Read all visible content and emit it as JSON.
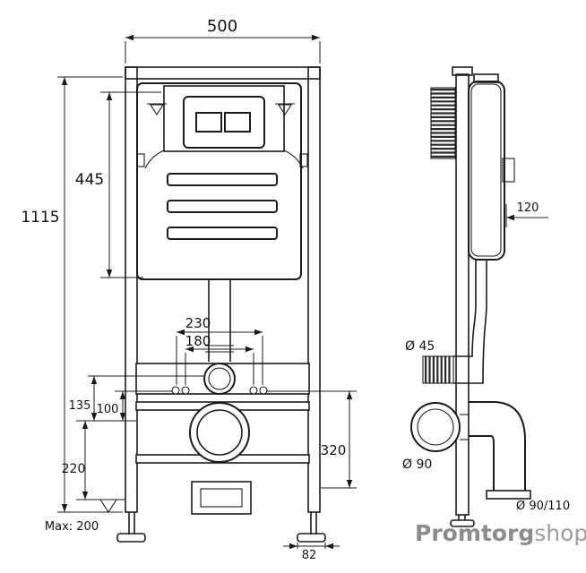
{
  "logo": {
    "bold": "Promtorg",
    "light": "shop"
  },
  "drawing": {
    "front_view": {
      "dims": {
        "width": "500",
        "total_height": "1115",
        "cistern_height": "445",
        "spacing_outer": "230",
        "spacing_inner": "180",
        "inlet_height": "135",
        "fixing_height": "100",
        "lower_height": "220",
        "outlet_height": "320",
        "max_floor": "Max: 200",
        "foot_width": "82"
      }
    },
    "side_view": {
      "dims": {
        "cistern_depth": "120",
        "flush_pipe_diameter": "Ø 45",
        "outlet_flange_diameter": "Ø 90",
        "drain_pipe_diameter": "Ø 90/110"
      }
    }
  }
}
